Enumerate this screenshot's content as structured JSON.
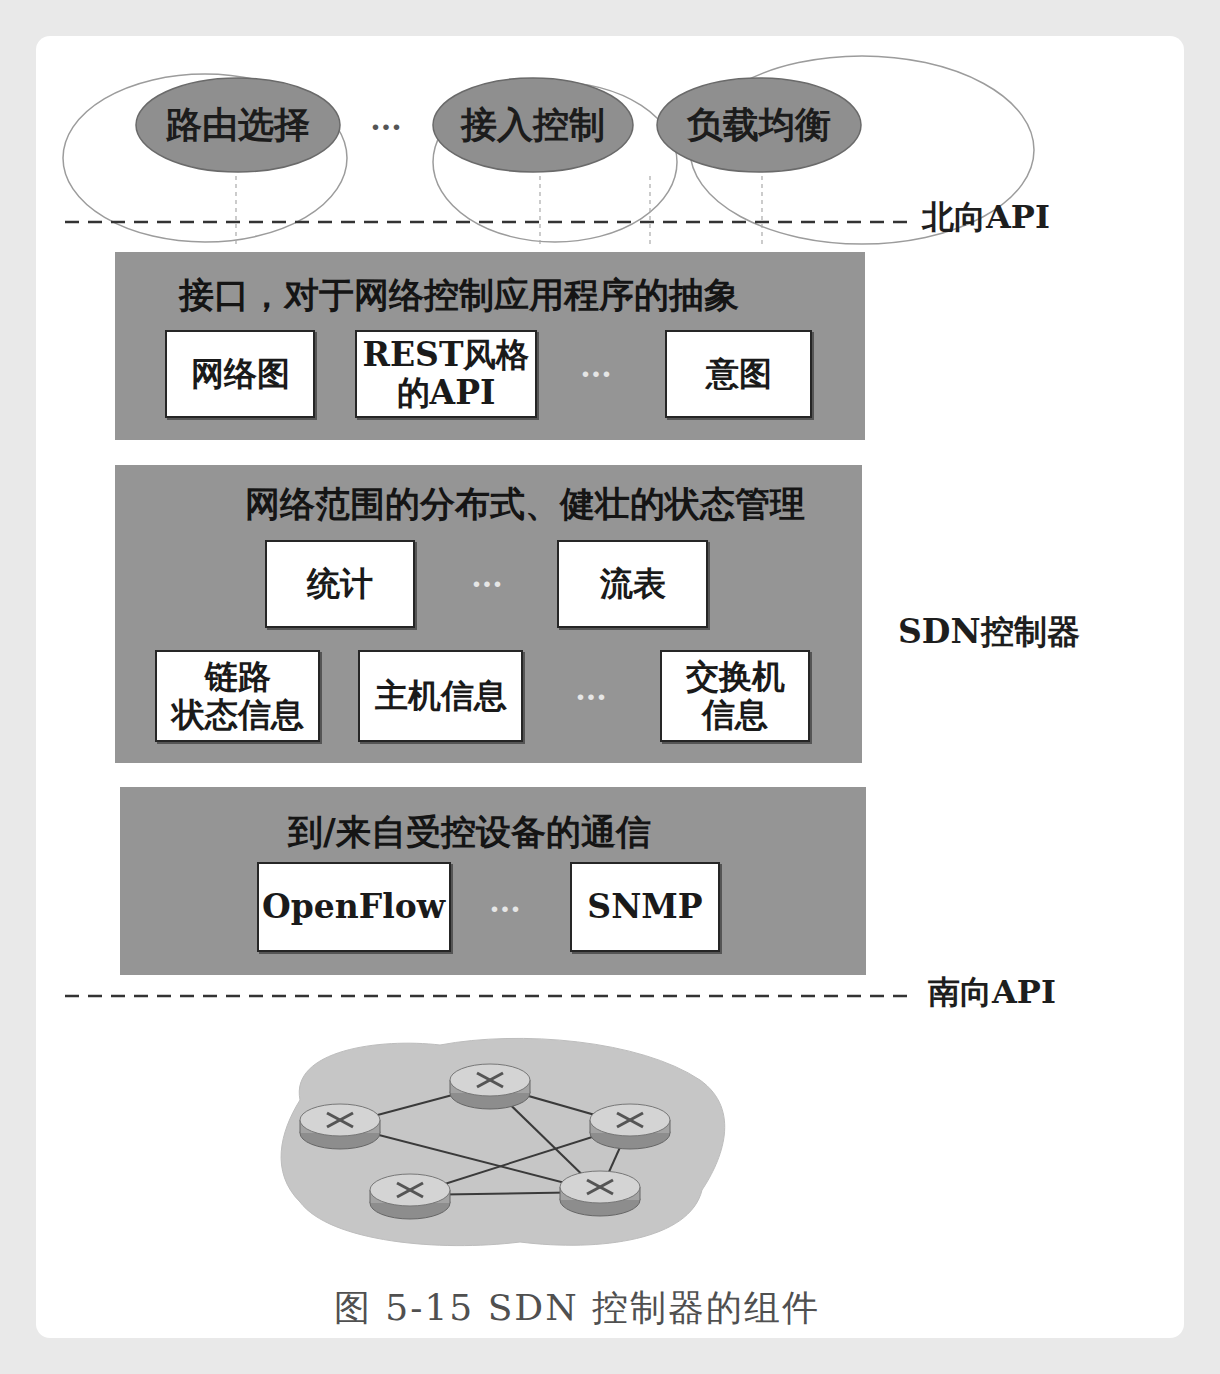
{
  "diagram": {
    "caption": "图 5-15 SDN 控制器的组件",
    "nodes": [
      {
        "text": [
          "路由选择"
        ]
      },
      {
        "text": [
          "接入控制"
        ]
      },
      {
        "text": [
          "负载均衡"
        ]
      },
      {
        "text": [
          "接口，对于网络控制应用程序的抽象"
        ]
      },
      {
        "text": [
          "网络图"
        ],
        "in": 3
      },
      {
        "text": [
          "REST风格 的API"
        ],
        "in": 3
      },
      {
        "text": [
          "意图"
        ],
        "in": 3
      },
      {
        "text": [
          "网络范围的分布式、健壮的状态管理"
        ]
      },
      {
        "text": [
          "统计"
        ],
        "in": 7
      },
      {
        "text": [
          "流表"
        ],
        "in": 7
      },
      {
        "text": [
          "链路 状态信息"
        ],
        "in": 7
      },
      {
        "text": [
          "主机信息"
        ],
        "in": 7
      },
      {
        "text": [
          "交换机 信息"
        ],
        "in": 7
      },
      {
        "text": [
          "到/来自受控设备的通信"
        ]
      },
      {
        "text": [
          "OpenFlow"
        ],
        "in": 13
      },
      {
        "text": [
          "SNMP"
        ],
        "in": 13
      }
    ],
    "labels": [
      "···",
      "北向API",
      "···",
      "···",
      "SDN控制器",
      "···",
      "···",
      "南向API"
    ]
  }
}
